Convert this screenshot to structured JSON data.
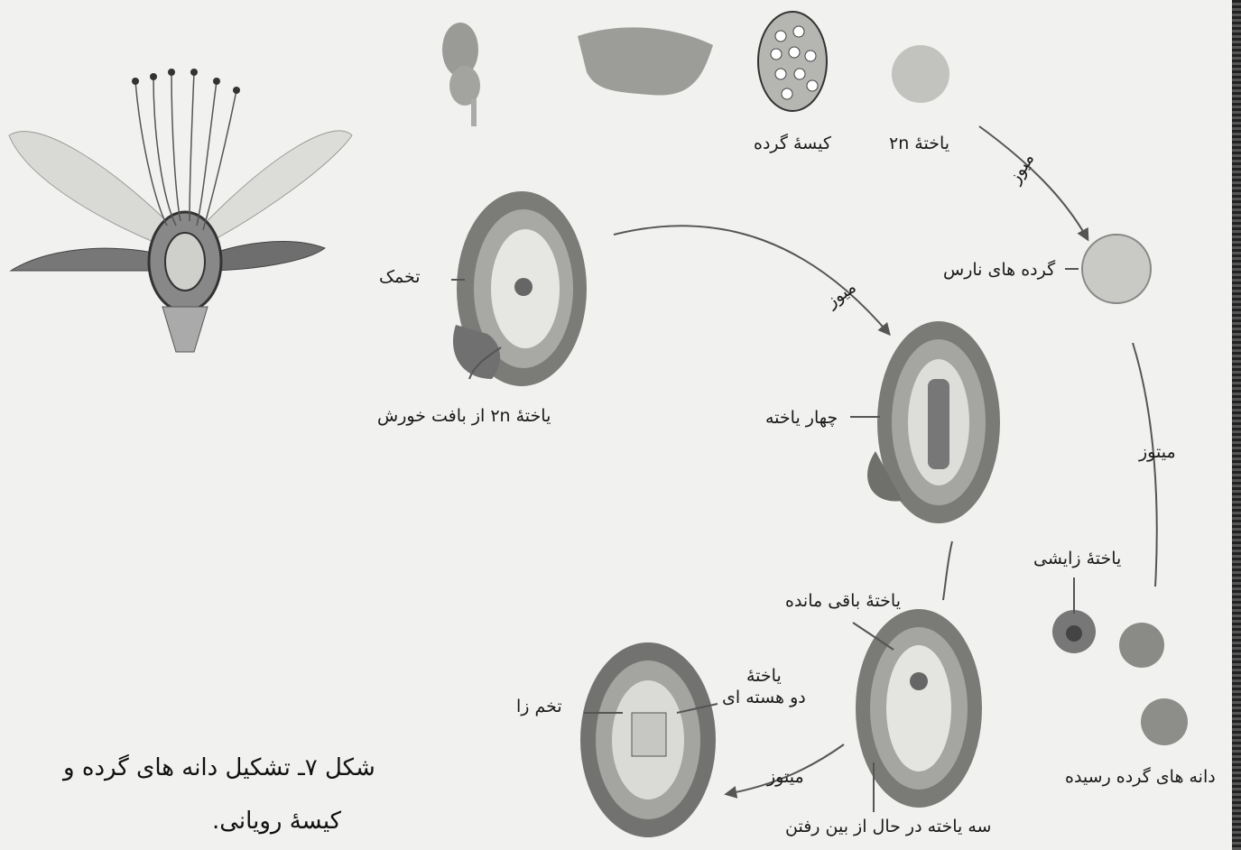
{
  "labels": {
    "pollen_sac": "کیسهٔ گرده",
    "cell_2n": "یاختهٔ ۲n",
    "meiosis_top": "میوز",
    "immature_pollen": "گرده های نارس",
    "mitosis_right": "میتوز",
    "generative_cell": "یاختهٔ زایشی",
    "mature_pollen": "دانه های گرده رسیده",
    "ovule": "تخمک",
    "cell_2n_nucellus": "یاختهٔ ۲n از بافت خورش",
    "meiosis_mid": "میوز",
    "four_cells": "چهار یاخته",
    "remaining_cell": "یاختهٔ باقی مانده",
    "binucleate_line1": "یاختهٔ",
    "binucleate_line2": "دو هسته ای",
    "egg": "تخم زا",
    "mitosis_bottom": "میتوز",
    "three_cells": "سه یاخته در حال از بین رفتن"
  },
  "caption": {
    "line1": "شکل ۷ـ تشکیل دانه های گرده و",
    "line2": "کیسهٔ رویانی."
  }
}
